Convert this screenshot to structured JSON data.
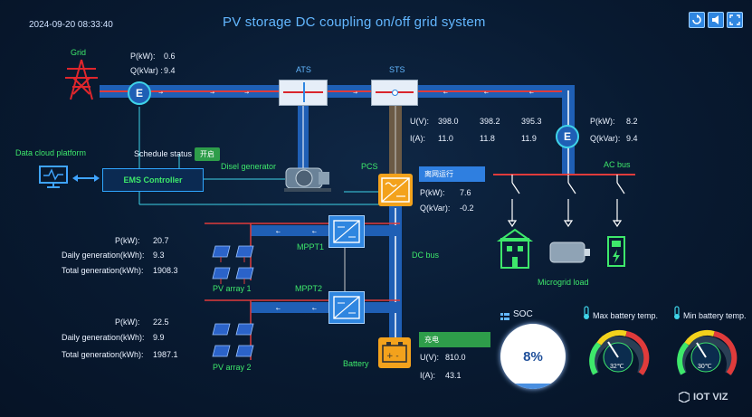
{
  "header": {
    "timestamp": "2024-09-20 08:33:40",
    "title": "PV storage DC coupling on/off grid system",
    "buttons": [
      "refresh-icon",
      "sound-icon",
      "fullscreen-icon"
    ]
  },
  "grid": {
    "label": "Grid",
    "p_label": "P(kW):",
    "p": "0.6",
    "q_label": "Q(kVar) :",
    "q": "9.4"
  },
  "ats": {
    "label": "ATS"
  },
  "sts": {
    "label": "STS"
  },
  "meter_right": {
    "u_label": "U(V):",
    "u": [
      "398.0",
      "398.2",
      "395.3"
    ],
    "i_label": "I(A):",
    "i": [
      "11.0",
      "11.8",
      "11.9"
    ],
    "p_label": "P(kW):",
    "p": "8.2",
    "q_label": "Q(kVar):",
    "q": "9.4"
  },
  "cloud": {
    "label": "Data cloud platform"
  },
  "schedule": {
    "label": "Schedule status",
    "status": "开启"
  },
  "ems": {
    "label": "EMS Controller"
  },
  "diesel": {
    "label": "Disel generator"
  },
  "pcs": {
    "label": "PCS",
    "status": "离网运行",
    "p_label": "P(kW):",
    "p": "7.6",
    "q_label": "Q(kVar):",
    "q": "-0.2"
  },
  "ac_bus": {
    "label": "AC bus"
  },
  "dc_bus": {
    "label": "DC bus"
  },
  "mppt1": {
    "label": "MPPT1"
  },
  "mppt2": {
    "label": "MPPT2"
  },
  "pv1": {
    "label": "PV array 1",
    "p_label": "P(kW):",
    "p": "20.7",
    "daily_label": "Daily generation(kWh):",
    "daily": "9.3",
    "total_label": "Total generation(kWh):",
    "total": "1908.3"
  },
  "pv2": {
    "label": "PV array 2",
    "p_label": "P(kW):",
    "p": "22.5",
    "daily_label": "Daily generation(kWh):",
    "daily": "9.9",
    "total_label": "Total generation(kWh):",
    "total": "1987.1"
  },
  "battery": {
    "label": "Battery",
    "status": "充电",
    "u_label": "U(V):",
    "u": "810.0",
    "i_label": "I(A):",
    "i": "43.1"
  },
  "microgrid": {
    "label": "Microgrid load"
  },
  "soc": {
    "label": "SOC",
    "value": "8%",
    "fraction": 0.08
  },
  "max_temp": {
    "label": "Max battery temp.",
    "value": "32℃",
    "level": 32
  },
  "min_temp": {
    "label": "Min battery temp.",
    "value": "30℃",
    "level": 30
  },
  "brand": {
    "label": "IOT VIZ"
  },
  "colors": {
    "accent": "#63b7ff",
    "green": "#3ee86b",
    "bus_blue": "#2f86e0",
    "red": "#d9252c",
    "orange": "#f3a21c"
  }
}
